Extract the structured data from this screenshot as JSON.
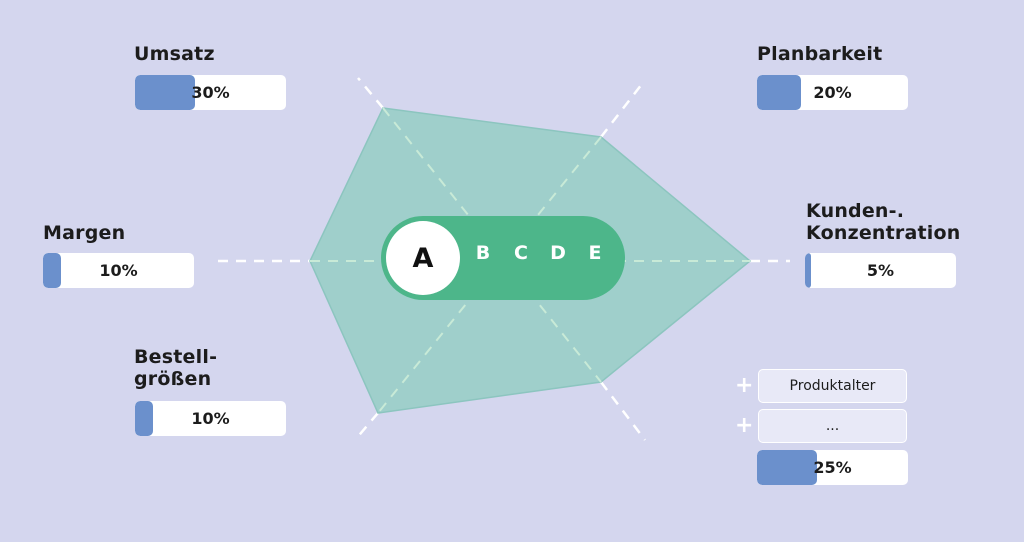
{
  "criteria": {
    "umsatz": {
      "label": "Umsatz",
      "value_text": "30%",
      "fill": 0.4
    },
    "planbarkeit": {
      "label": "Planbarkeit",
      "value_text": "20%",
      "fill": 0.29
    },
    "margen": {
      "label": "Margen",
      "value_text": "10%",
      "fill": 0.12
    },
    "kunden": {
      "label_line1": "Kunden-.",
      "label_line2": "Konzentration",
      "value_text": "5%",
      "fill": 0.04
    },
    "bestell": {
      "label_line1": "Bestell-",
      "label_line2": "größen",
      "value_text": "10%",
      "fill": 0.12
    },
    "extra": {
      "tags": [
        "Produktalter",
        "..."
      ],
      "plus_symbols": [
        "+",
        "+"
      ],
      "value_text": "25%",
      "fill": 0.4
    }
  },
  "grades": [
    "A",
    "B",
    "C",
    "D",
    "E"
  ],
  "active_grade": "A",
  "colors": {
    "background": "#d4d6ee",
    "polygon": "#9fcfcb",
    "polygon_stroke": "#8cc5bf",
    "scale": "#4db68a",
    "bar_fill": "#6b90cc"
  }
}
